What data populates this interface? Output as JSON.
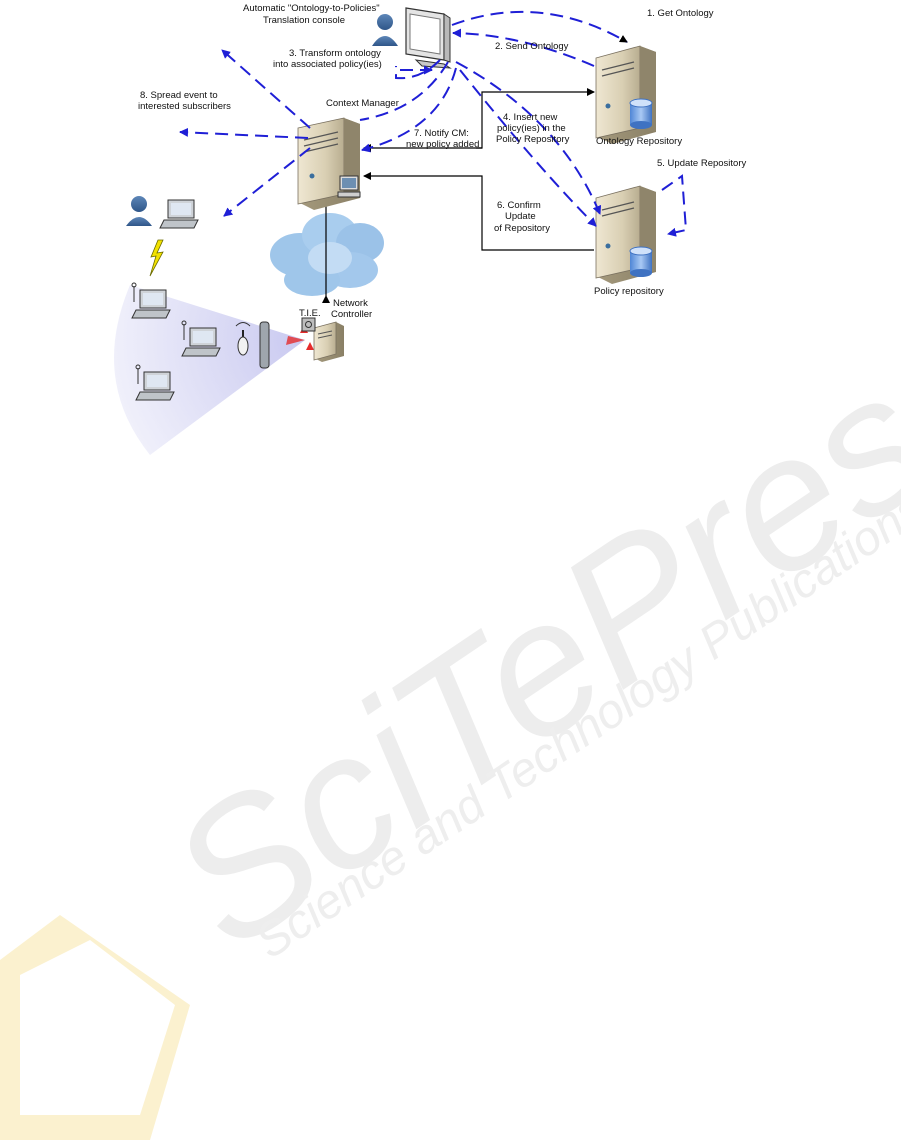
{
  "diagram": {
    "nodes": {
      "console": {
        "label_lines": [
          "Automatic \"Ontology-to-Policies\"",
          "Translation console"
        ]
      },
      "context_manager": {
        "label": "Context Manager"
      },
      "ontology_repository": {
        "label": "Ontology Repository"
      },
      "policy_repository": {
        "label": "Policy repository"
      },
      "network_controller": {
        "label_lines": [
          "Network",
          "Controller"
        ]
      },
      "tie": {
        "label": "T.I.E."
      }
    },
    "steps": {
      "s1": {
        "lines": [
          "1. Get Ontology"
        ]
      },
      "s2": {
        "lines": [
          "2. Send Ontology"
        ]
      },
      "s3": {
        "lines": [
          "3. Transform ontology",
          "into associated policy(ies)"
        ]
      },
      "s4": {
        "lines": [
          "4. Insert new",
          "policy(ies) in the",
          "Policy Repository"
        ]
      },
      "s5": {
        "lines": [
          "5. Update Repository"
        ]
      },
      "s6": {
        "lines": [
          "6. Confirm",
          "Update",
          "of Repository"
        ]
      },
      "s7": {
        "lines": [
          "7. Notify CM:",
          "new policy added"
        ]
      },
      "s8": {
        "lines": [
          "8. Spread event to",
          "interested subscribers"
        ]
      }
    },
    "colors": {
      "flow": "#1f1fd6",
      "link": "#000000",
      "cloud": "#9fc6ea",
      "coverage": "#dcdcf4"
    }
  },
  "watermark": {
    "brand": "SciTePress",
    "tagline": "Science and Technology Publications",
    "colors": {
      "text": "#ececec",
      "logo": "#fbf1cf"
    }
  }
}
